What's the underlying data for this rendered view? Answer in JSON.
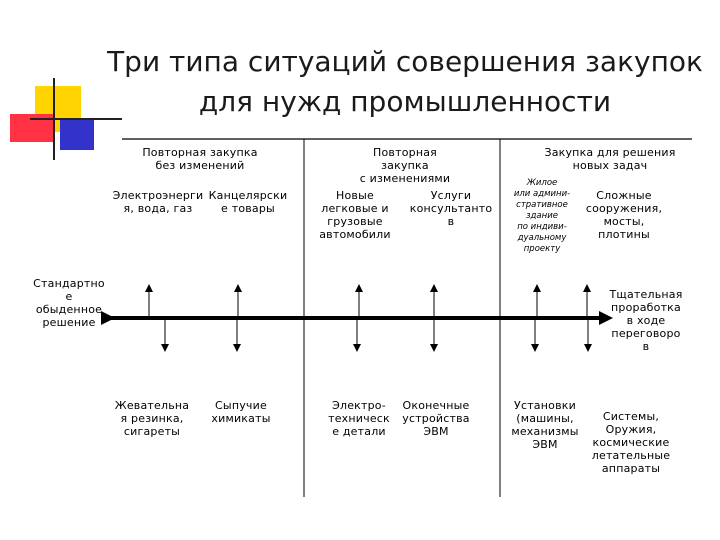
{
  "title": {
    "line1": "Три типа ситуаций совершения закупок",
    "line2": "для нужд промышленности"
  },
  "columns": {
    "col1_header": "Повторная закупка\nбез изменений",
    "col2_header": "Повторная\nзакупка\nс изменениями",
    "col3_header": "Закупка для решения\nновых задач"
  },
  "upper": {
    "energy": "Электроэнерги\nя, вода, газ",
    "office": "Канцелярски\nе товары",
    "cars": "Новые\nлегковые и\nгрузовые\nавтомобили",
    "consulting": "Услуги\nконсультанто\nв",
    "housing": "Жилое\nили админи-\nстративное\nздание\nпо индиви-\nдуальному\nпроекту",
    "structures": "Сложные\nсооружения,\nмосты,\nплотины"
  },
  "axis": {
    "left_label": "Стандартно\nе\nобыденное\nрешение",
    "right_label": "Тщательная\nпроработка\nв ходе\nпереговоро\nв"
  },
  "lower": {
    "gum": "Жевательна\nя резинка,\nсигареты",
    "chemicals": "Сыпучие\nхимикаты",
    "electro": "Электро-\nтехническ\nе детали",
    "terminals": "Оконечные\nустройства\nЭВМ",
    "machines": "Установки\n(машины,\nмеханизмы\nЭВМ",
    "systems": "Системы,\nОружия,\nкосмические\nлетательные\nаппараты"
  }
}
